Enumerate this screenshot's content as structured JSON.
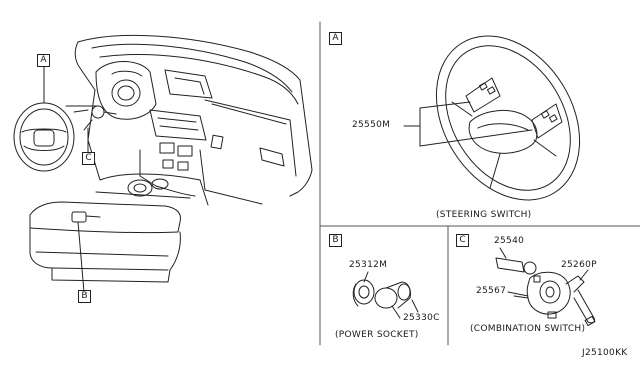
{
  "callouts": {
    "a": "A",
    "b": "B",
    "c": "C"
  },
  "sections": {
    "steering": {
      "tag": "A",
      "caption": "(STEERING SWITCH)",
      "parts": [
        "25550M"
      ]
    },
    "power_socket": {
      "tag": "B",
      "caption": "(POWER SOCKET)",
      "parts": [
        "25312M",
        "25330C"
      ]
    },
    "combination": {
      "tag": "C",
      "caption": "(COMBINATION SWITCH)",
      "parts": [
        "25540",
        "25260P",
        "25567"
      ]
    }
  },
  "diagram_code": "J25100KK"
}
